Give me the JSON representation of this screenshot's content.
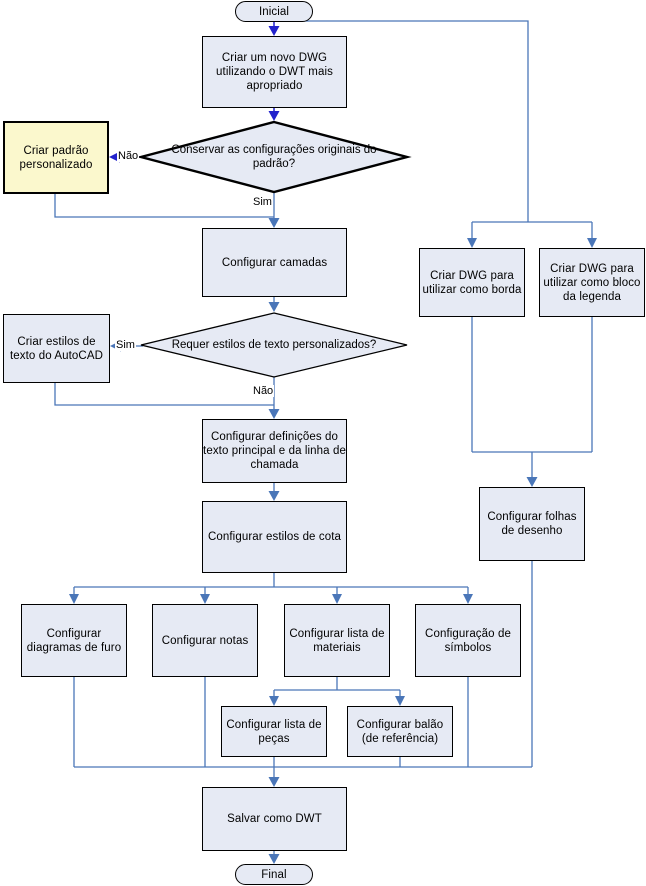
{
  "diagram": {
    "title": "Fluxo de criacao de DWT no AutoCAD",
    "colors": {
      "node_fill": "#e6eaf4",
      "node_alt_fill": "#fbf8cd",
      "node_border": "#000000",
      "connector": "#4a76b8",
      "connector_dark": "#2222cc",
      "background": "#ffffff"
    }
  },
  "nodes": {
    "start": {
      "label": "Inicial",
      "shape": "terminator"
    },
    "create_dwg": {
      "label": "Criar um novo DWG utilizando o DWT mais apropriado",
      "shape": "process"
    },
    "keep_defaults": {
      "label": "Conservar as configurações originais do padrão?",
      "shape": "decision"
    },
    "custom_standard": {
      "label": "Criar padrão personalizado",
      "shape": "process-alt"
    },
    "config_layers": {
      "label": "Configurar camadas",
      "shape": "process"
    },
    "need_text_styles": {
      "label": "Requer estilos de texto personalizados?",
      "shape": "decision"
    },
    "create_text_styles": {
      "label": "Criar estilos de texto do  AutoCAD",
      "shape": "process"
    },
    "config_text_defs": {
      "label": "Configurar definições do texto principal e da linha de chamada",
      "shape": "process"
    },
    "config_dim_styles": {
      "label": "Configurar estilos de cota",
      "shape": "process"
    },
    "config_hole_charts": {
      "label": "Configurar diagramas de furo",
      "shape": "process"
    },
    "config_notes": {
      "label": "Configurar notas",
      "shape": "process"
    },
    "config_bom": {
      "label": "Configurar lista de materiais",
      "shape": "process"
    },
    "config_symbols": {
      "label": "Configuração de símbolos",
      "shape": "process"
    },
    "config_parts_list": {
      "label": "Configurar lista de peças",
      "shape": "process"
    },
    "config_balloon": {
      "label": "Configurar balão (de referência)",
      "shape": "process"
    },
    "dwg_border": {
      "label": "Criar DWG para utilizar como borda",
      "shape": "process"
    },
    "dwg_legend": {
      "label": "Criar DWG para utilizar como bloco da legenda",
      "shape": "process"
    },
    "config_sheets": {
      "label": "Configurar folhas de desenho",
      "shape": "process"
    },
    "save_dwt": {
      "label": "Salvar como DWT",
      "shape": "process"
    },
    "end": {
      "label": "Final",
      "shape": "terminator"
    }
  },
  "edge_labels": {
    "keep_defaults_no": "Não",
    "keep_defaults_yes": "Sim",
    "text_styles_yes": "Sim",
    "text_styles_no": "Não"
  }
}
